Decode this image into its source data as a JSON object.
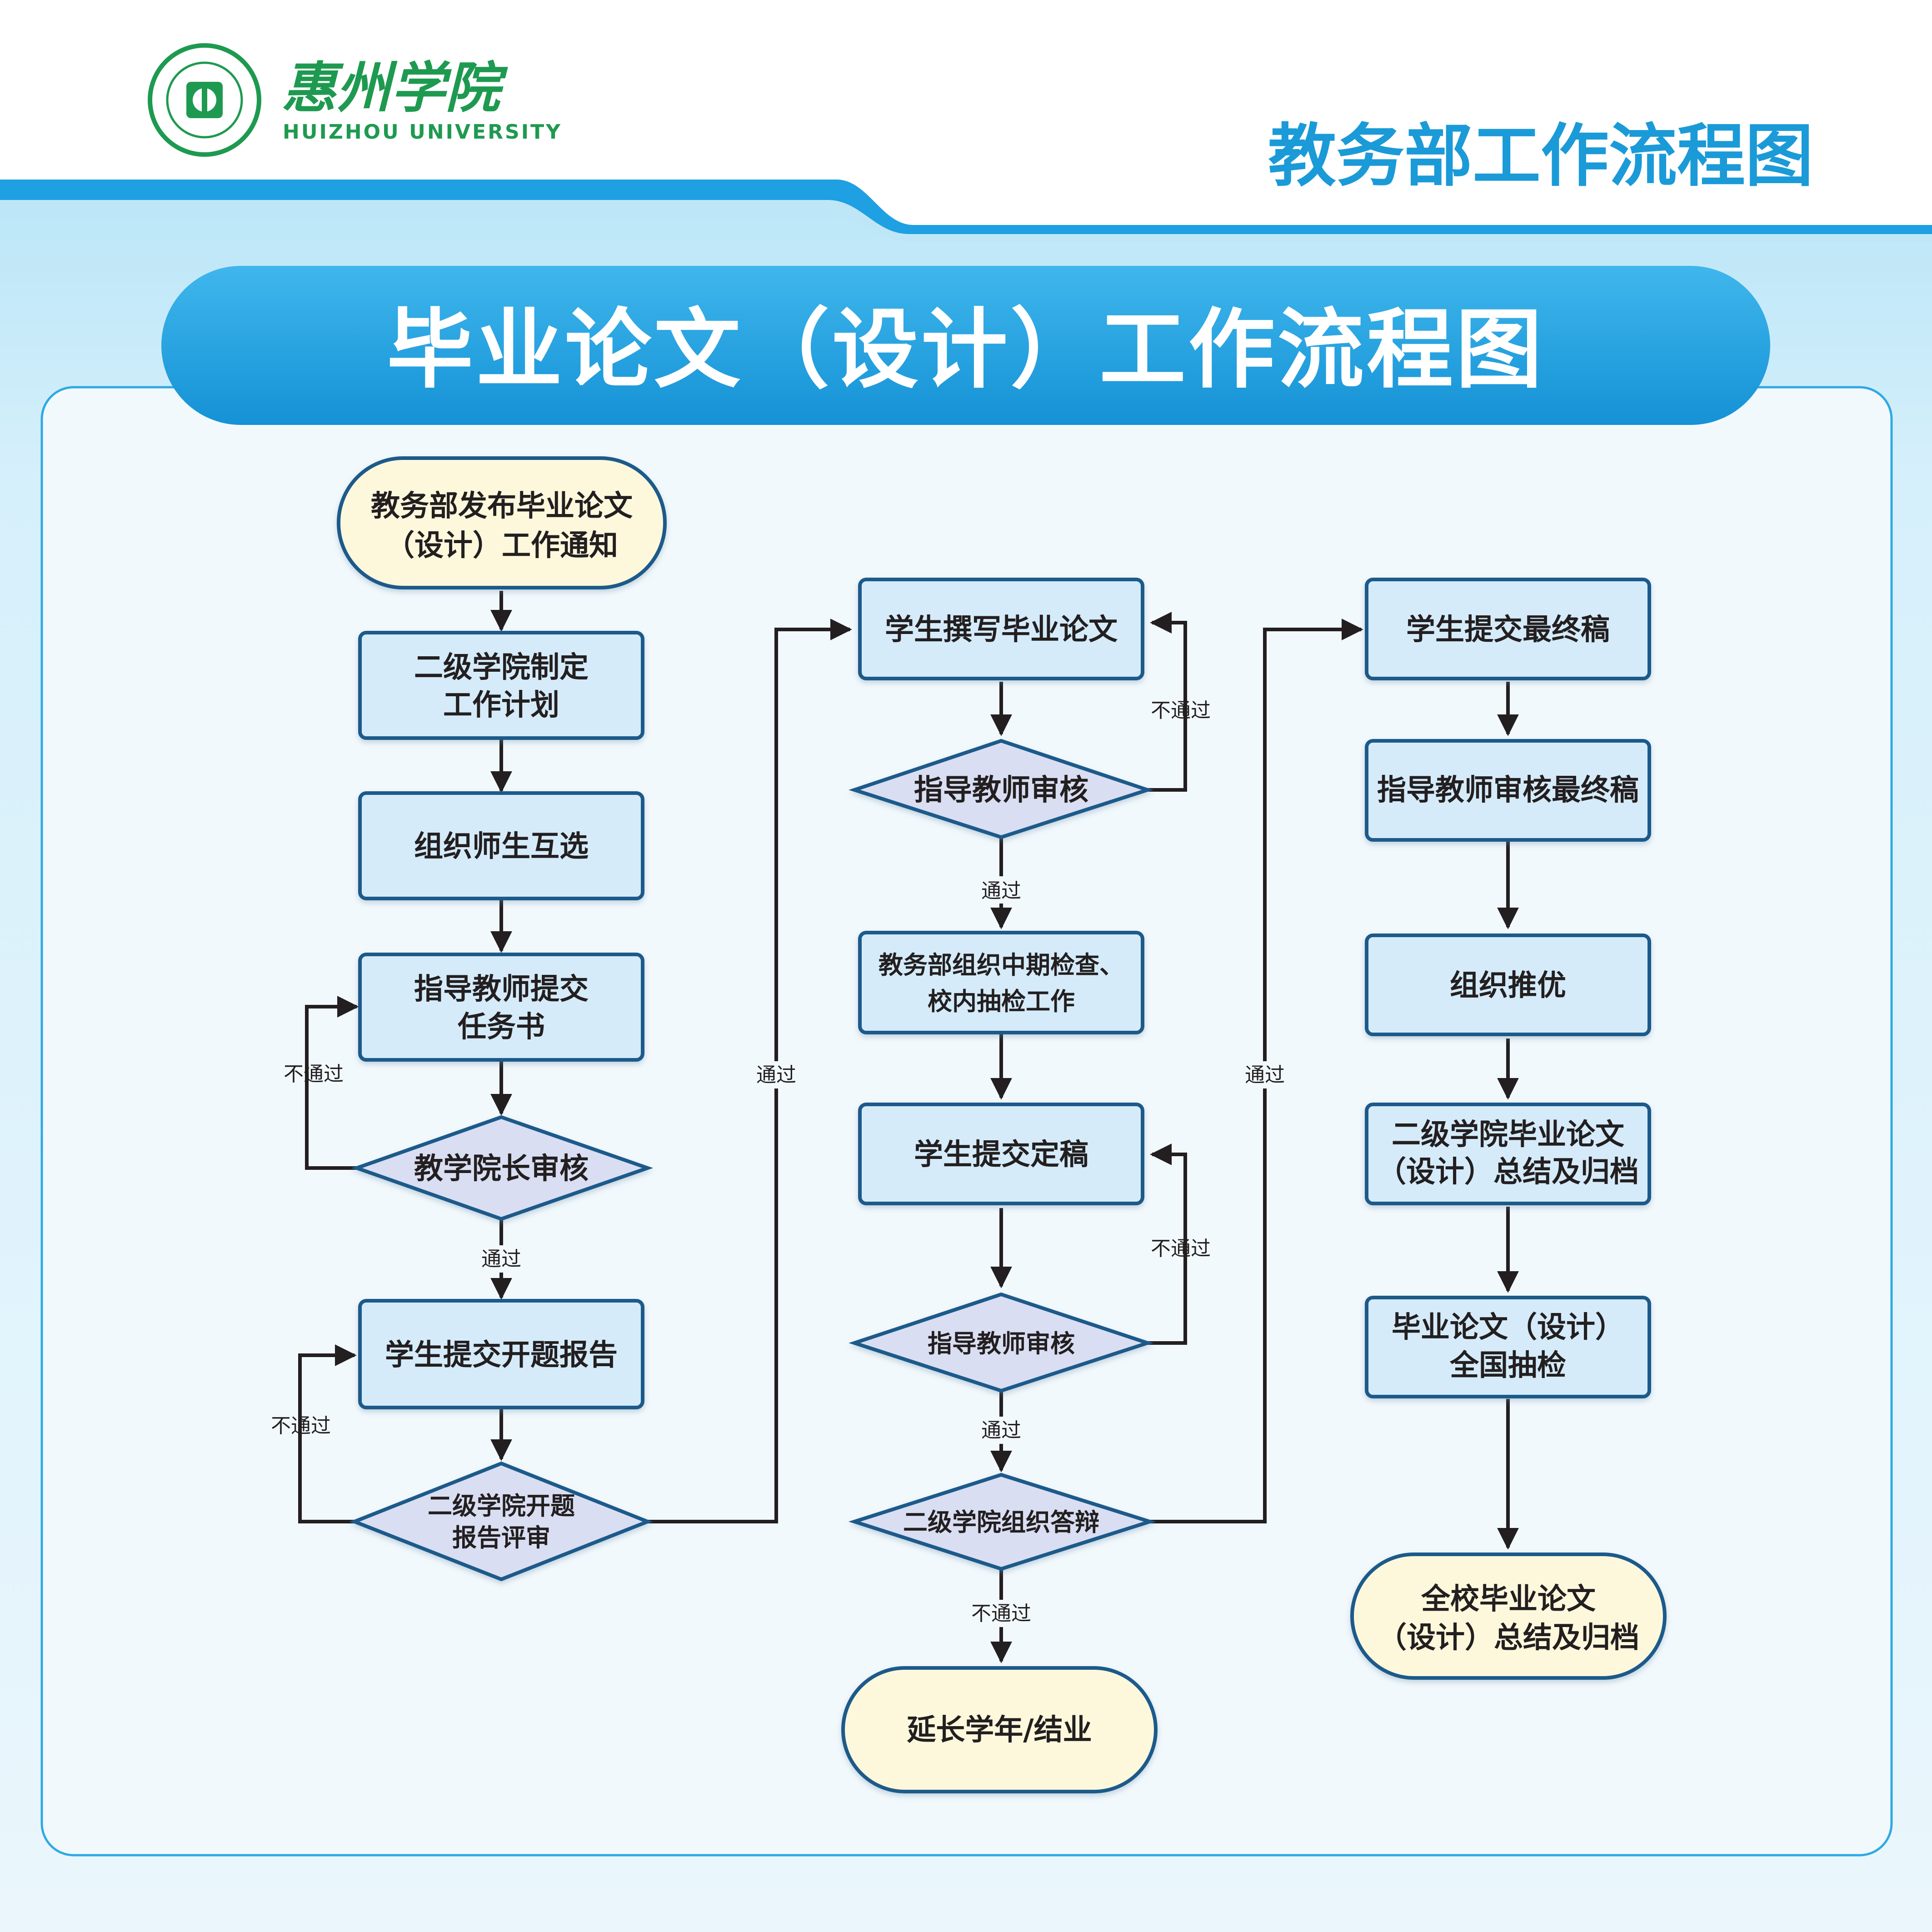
{
  "header": {
    "brand_cn": "惠州学院",
    "brand_en": "HUIZHOU UNIVERSITY",
    "department_title": "教务部工作流程图"
  },
  "banner": {
    "title": "毕业论文（设计）工作流程图"
  },
  "nodes": {
    "n1": [
      "教务部发布毕业论文",
      "（设计）工作通知"
    ],
    "n2": [
      "二级学院制定",
      "工作计划"
    ],
    "n3": [
      "组织师生互选"
    ],
    "n4": [
      "指导教师提交",
      "任务书"
    ],
    "d1": [
      "教学院长审核"
    ],
    "n5": [
      "学生提交开题报告"
    ],
    "d2": [
      "二级学院开题",
      "报告评审"
    ],
    "n6": [
      "学生撰写毕业论文"
    ],
    "d3": [
      "指导教师审核"
    ],
    "n7": [
      "教务部组织中期检查、",
      "校内抽检工作"
    ],
    "n8": [
      "学生提交定稿"
    ],
    "d4": [
      "指导教师审核"
    ],
    "d5": [
      "二级学院组织答辩"
    ],
    "n9": [
      "延长学年/结业"
    ],
    "n10": [
      "学生提交最终稿"
    ],
    "n11": [
      "指导教师审核最终稿"
    ],
    "n12": [
      "组织推优"
    ],
    "n13": [
      "二级学院毕业论文",
      "（设计）总结及归档"
    ],
    "n14": [
      "毕业论文（设计）",
      "全国抽检"
    ],
    "n15": [
      "全校毕业论文",
      "（设计）总结及归档"
    ]
  },
  "edge_labels": {
    "fail": "不通过",
    "pass": "通过"
  },
  "colors": {
    "process_fill": "#d5ebfa",
    "decision_fill": "#d9def2",
    "terminal_fill": "#fdf8dc",
    "stroke": "#1f5a8a",
    "accent": "#1ea0e2",
    "brand_green": "#1e9a50"
  }
}
